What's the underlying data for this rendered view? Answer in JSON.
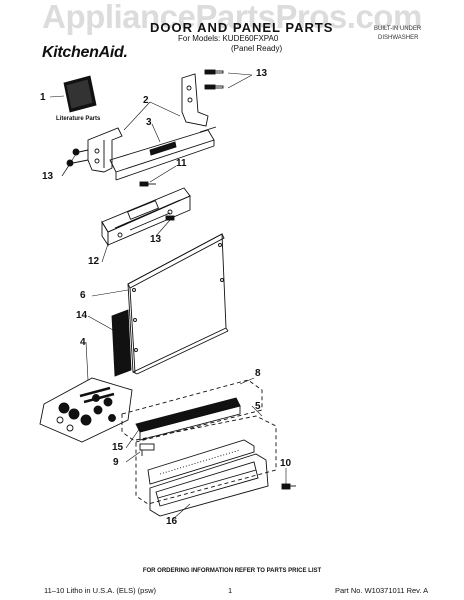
{
  "watermark": "AppliancePartsPros.com",
  "header": {
    "title": "DOOR AND PANEL PARTS",
    "models": "For Models: KUDE60FXPA0",
    "panel": "(Panel Ready)",
    "brand": "KitchenAid.",
    "right_line1": "BUILT-IN UNDER",
    "right_line2": "DISHWASHER"
  },
  "labels": {
    "literature_parts": "Literature Parts"
  },
  "callouts": [
    "1",
    "2",
    "3",
    "4",
    "5",
    "6",
    "8",
    "9",
    "10",
    "11",
    "12",
    "13",
    "13",
    "13",
    "14",
    "15",
    "16"
  ],
  "footer": {
    "ordering": "FOR ORDERING INFORMATION REFER TO PARTS PRICE LIST",
    "litho": "11–10 Litho in U.S.A. (ELS) (psw)",
    "page": "1",
    "part_no": "Part No. W10371011 Rev. A"
  }
}
